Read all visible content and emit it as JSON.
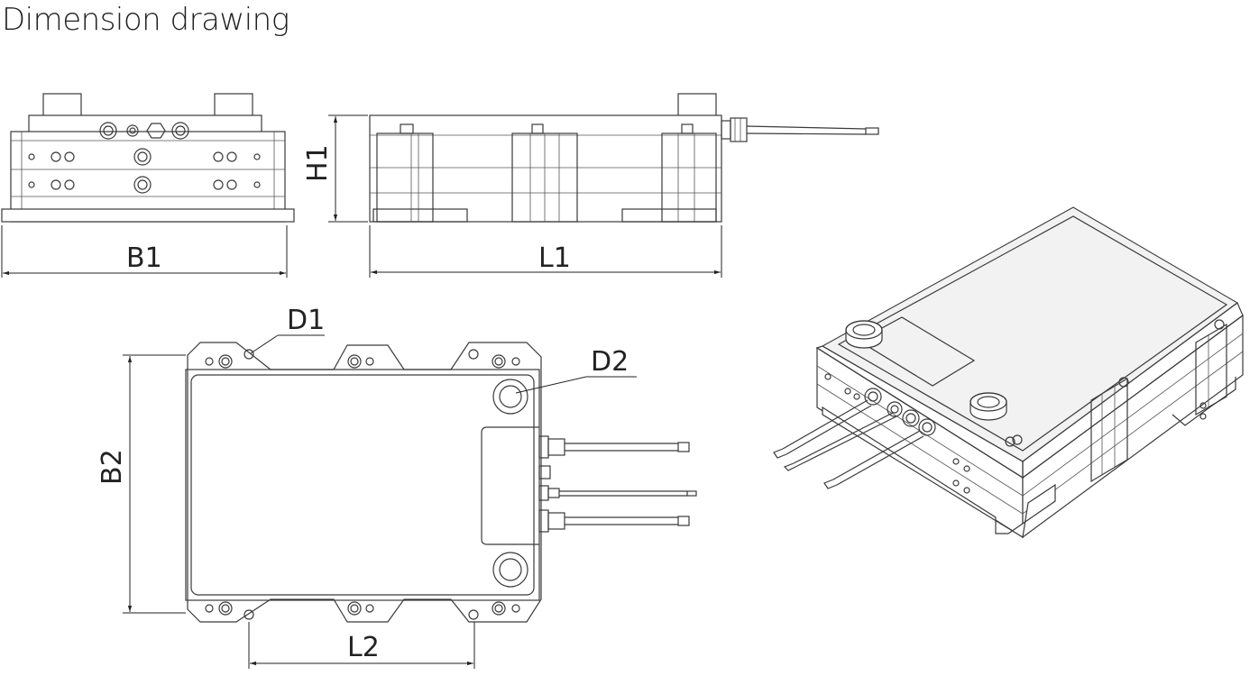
{
  "title": "Dimension drawing",
  "labels": {
    "b1": "B1",
    "l1": "L1",
    "h1": "H1",
    "b2": "B2",
    "l2": "L2",
    "d1": "D1",
    "d2": "D2"
  }
}
